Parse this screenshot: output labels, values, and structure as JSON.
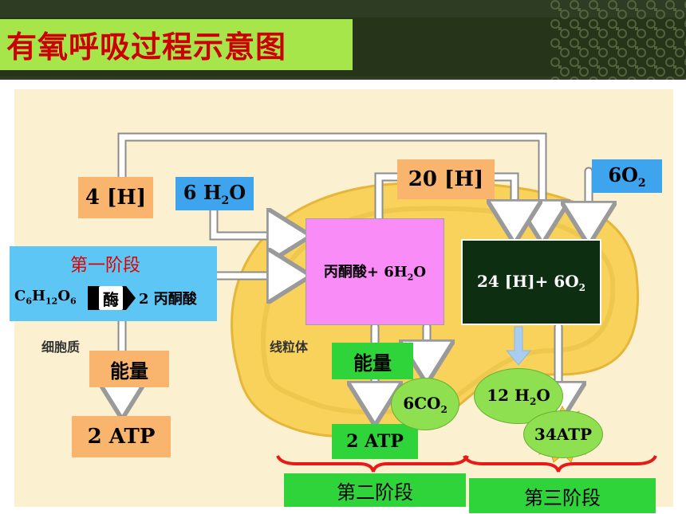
{
  "title": "有氧呼吸过程示意图",
  "labels": {
    "h4": "4 [H]",
    "h2o6": "6 H",
    "h2o6_sub": "2",
    "h2o6_tail": "O",
    "h20": "20 [H]",
    "o2_6": "6O",
    "o2_6_sub": "2",
    "stage1": "第一阶段",
    "glucose": "C",
    "glucose_s1": "6",
    "glucose_h": "H",
    "glucose_s2": "12",
    "glucose_o": "O",
    "glucose_s3": "6",
    "enzyme": "酶",
    "pyruvate2": "2 丙酮酸",
    "cytoplasm": "细胞质",
    "mitochondria": "线粒体",
    "pyruvate_mix": "丙酮酸+ 6H",
    "pyruvate_mix_sub": "2",
    "pyruvate_mix_tail": "O",
    "h24": "24 [H]+ 6O",
    "h24_sub": "2",
    "energy1": "能量",
    "energy2": "能量",
    "atp1": "2 ATP",
    "atp2": "2 ATP",
    "co2": "6CO",
    "co2_sub": "2",
    "h2o12": "12 H",
    "h2o12_sub": "2",
    "h2o12_tail": "O",
    "atp34": "34ATP",
    "stage2": "第二阶段",
    "stage3": "第三阶段"
  },
  "colors": {
    "topbar": "#263419",
    "title_bg": "#a6e64a",
    "title_text": "#cc0000",
    "panel": "#fbf0cf",
    "mito_outer": "#f8d25a",
    "tan": "#f9b46d",
    "blue": "#3ea4ee",
    "pink": "#fa8cf8",
    "dark_green": "#0e2e12",
    "green": "#2fd33a",
    "oval_green": "#8fe050",
    "brace": "#e81919"
  }
}
